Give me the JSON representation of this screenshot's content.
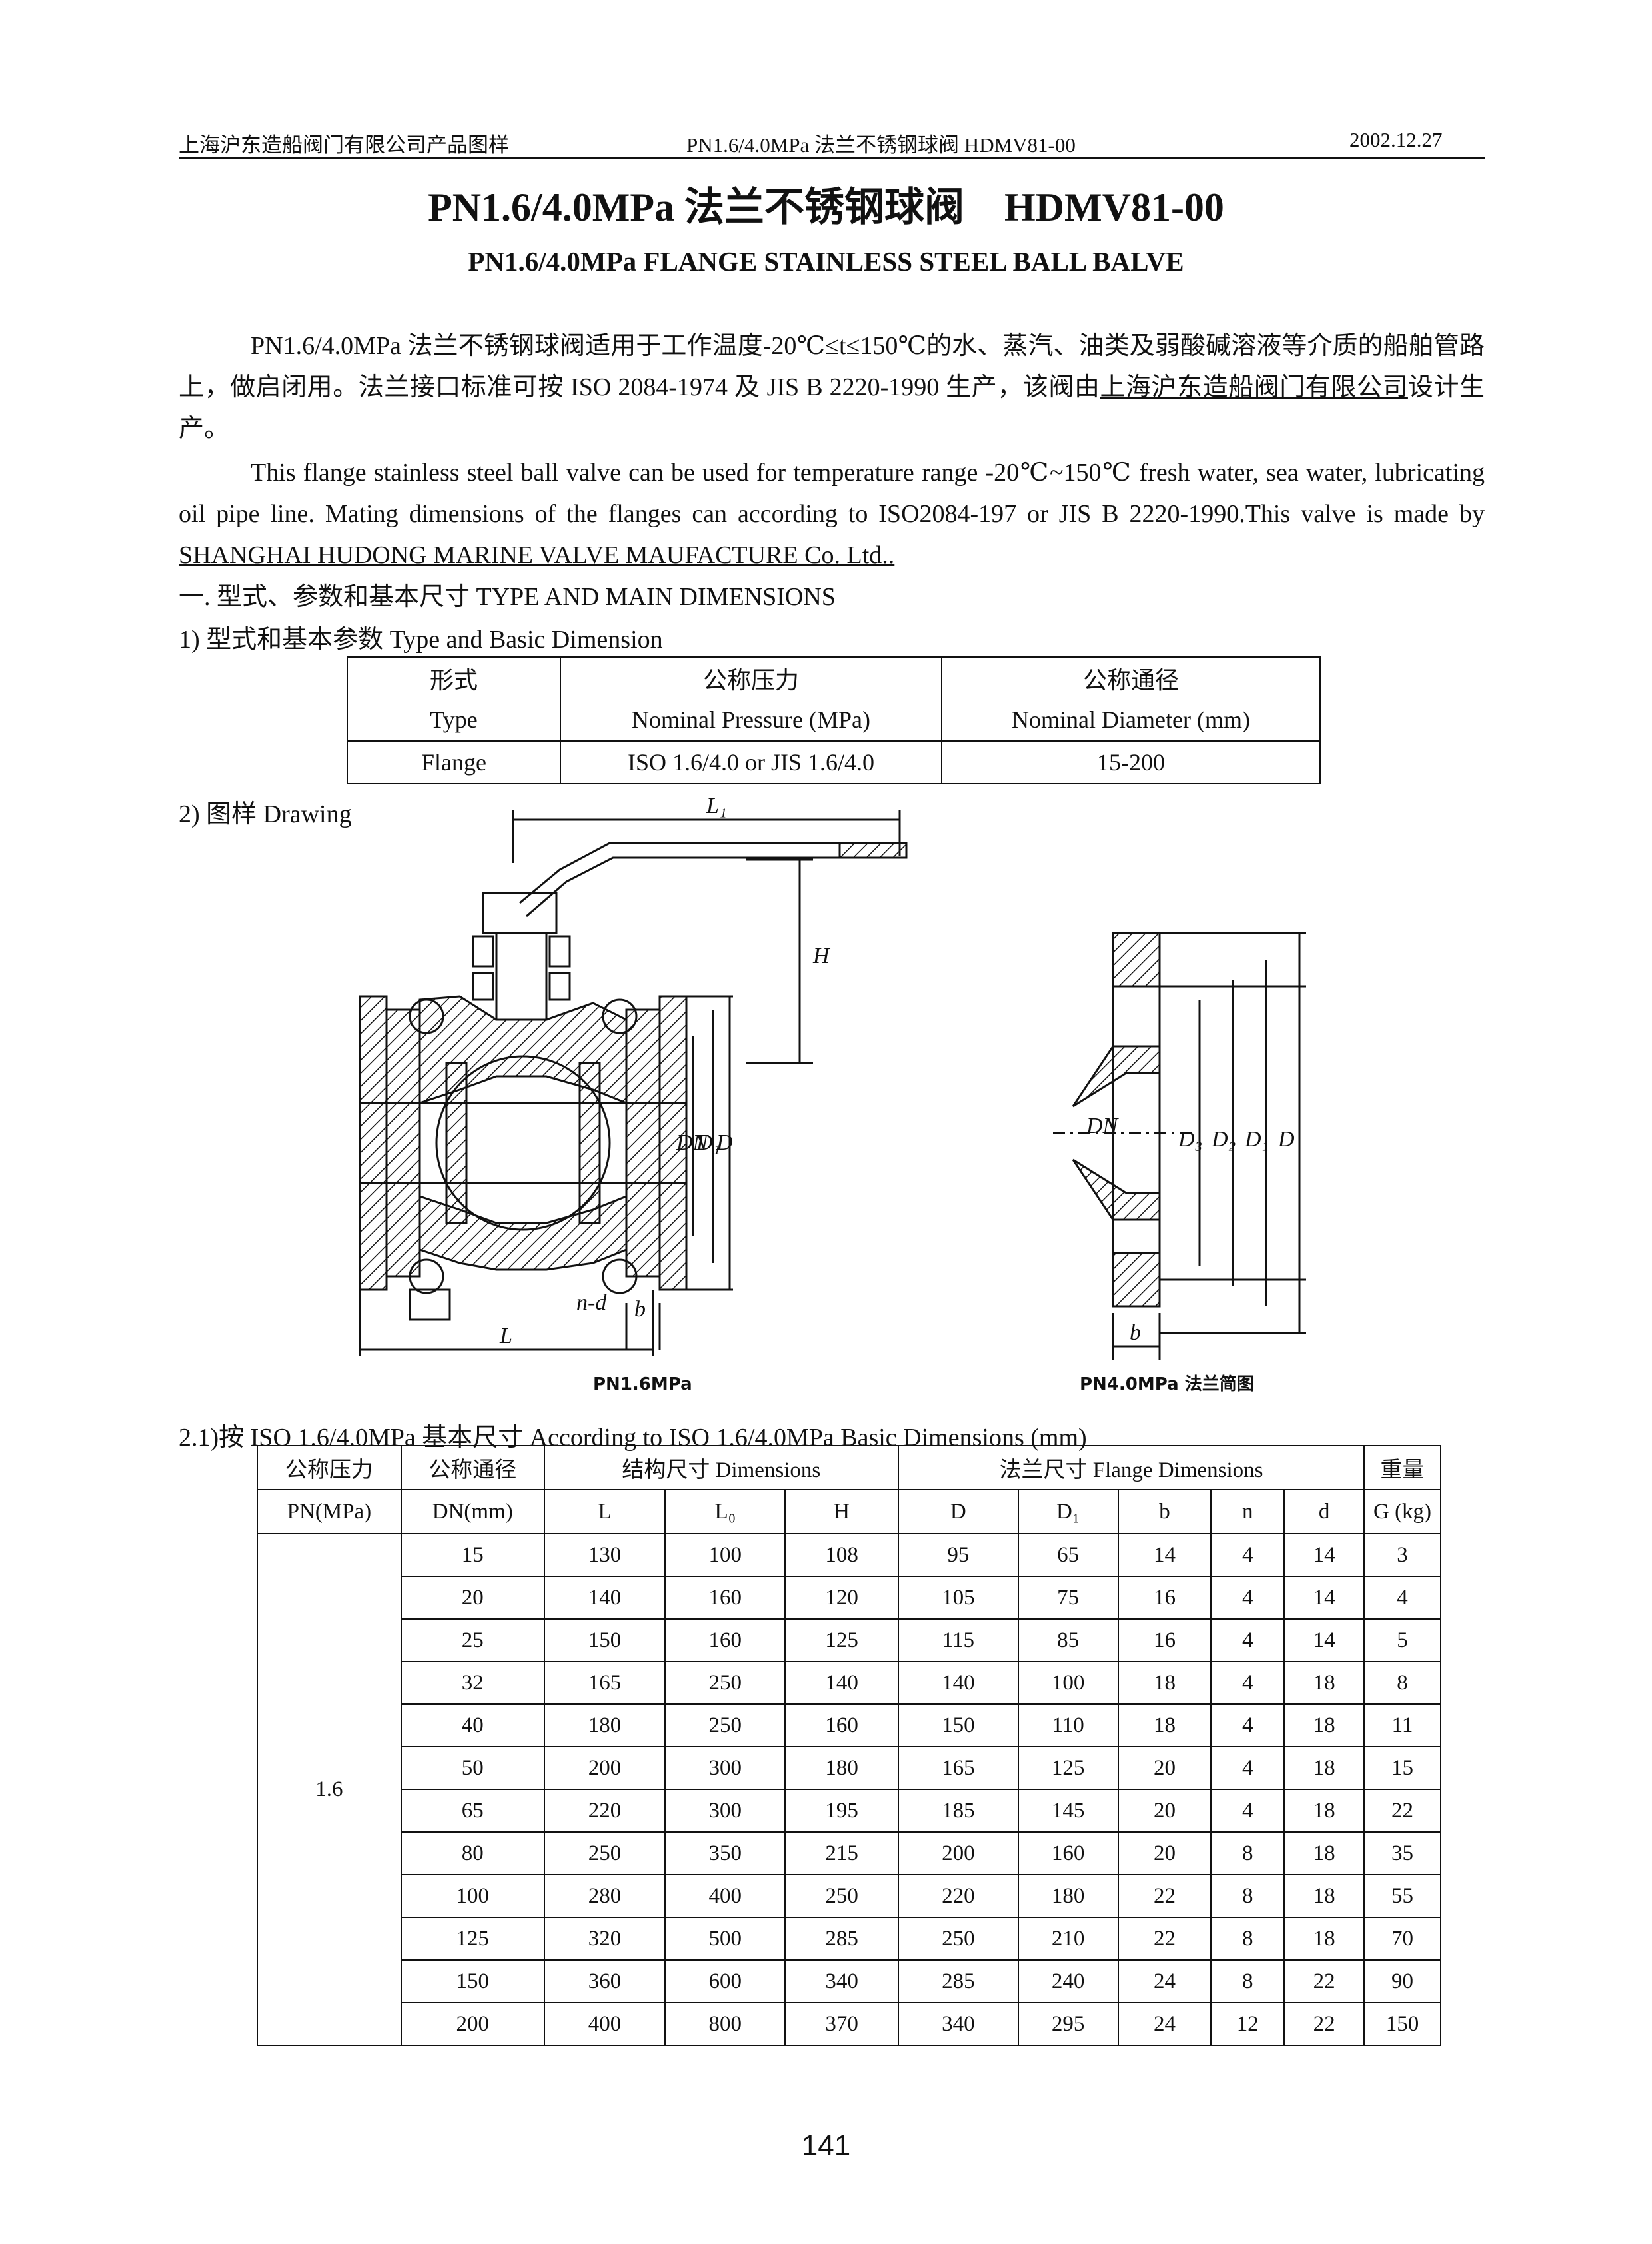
{
  "header": {
    "company": "上海沪东造船阀门有限公司产品图样",
    "model": "PN1.6/4.0MPa 法兰不锈钢球阀 HDMV81-00",
    "date": "2002.12.27"
  },
  "title_cn": "PN1.6/4.0MPa 法兰不锈钢球阀　HDMV81-00",
  "title_en": "PN1.6/4.0MPa FLANGE STAINLESS STEEL BALL BALVE",
  "intro_cn": {
    "part1": "PN1.6/4.0MPa 法兰不锈钢球阀适用于工作温度-20℃≤t≤150℃的水、蒸汽、油类及弱酸碱溶液等介质的船舶管路上，做启闭用。法兰接口标准可按 ISO 2084-1974 及 JIS B 2220-1990 生产，该阀由",
    "company": "上海沪东造船阀门有限公司",
    "part2": "设计生产。"
  },
  "intro_en": {
    "part1": "This flange stainless steel ball valve can be used for temperature range -20℃~150℃ fresh water, sea water, lubricating oil pipe line. Mating dimensions of the flanges can according to ISO2084-197 or JIS B 2220-1990.This valve is made by ",
    "company": "SHANGHAI HUDONG MARINE VALVE MAUFACTURE Co. Ltd.."
  },
  "section1": "一. 型式、参数和基本尺寸 TYPE AND MAIN DIMENSIONS",
  "section1_1": "1)  型式和基本参数  Type and Basic Dimension",
  "type_table": {
    "headers": [
      {
        "cn": "形式",
        "en": "Type"
      },
      {
        "cn": "公称压力",
        "en": "Nominal Pressure (MPa)"
      },
      {
        "cn": "公称通径",
        "en": "Nominal Diameter (mm)"
      }
    ],
    "row": [
      "Flange",
      "ISO 1.6/4.0 or JIS 1.6/4.0",
      "15-200"
    ]
  },
  "section1_2": "2)  图样  Drawing",
  "drawing": {
    "caption_left": "PN1.6MPa",
    "caption_right": "PN4.0MPa 法兰简图",
    "labels_left": [
      "L₁",
      "H",
      "DN",
      "D₁",
      "D",
      "L",
      "b",
      "n-d"
    ],
    "labels_right": [
      "DN",
      "D₃",
      "D₂",
      "D₁",
      "D",
      "b"
    ]
  },
  "section2_1": "2.1)按 ISO 1.6/4.0MPa 基本尺寸    According to ISO 1.6/4.0MPa Basic Dimensions (mm)",
  "dim_table": {
    "group_headers": {
      "pn": "公称压力",
      "dn": "公称通径",
      "struct": "结构尺寸 Dimensions",
      "flange": "法兰尺寸 Flange Dimensions",
      "weight": "重量"
    },
    "sub_headers": [
      "PN(MPa)",
      "DN(mm)",
      "L",
      "L₀",
      "H",
      "D",
      "D₁",
      "b",
      "n",
      "d",
      "G (kg)"
    ],
    "pn_value": "1.6",
    "rows": [
      [
        "15",
        "130",
        "100",
        "108",
        "95",
        "65",
        "14",
        "4",
        "14",
        "3"
      ],
      [
        "20",
        "140",
        "160",
        "120",
        "105",
        "75",
        "16",
        "4",
        "14",
        "4"
      ],
      [
        "25",
        "150",
        "160",
        "125",
        "115",
        "85",
        "16",
        "4",
        "14",
        "5"
      ],
      [
        "32",
        "165",
        "250",
        "140",
        "140",
        "100",
        "18",
        "4",
        "18",
        "8"
      ],
      [
        "40",
        "180",
        "250",
        "160",
        "150",
        "110",
        "18",
        "4",
        "18",
        "11"
      ],
      [
        "50",
        "200",
        "300",
        "180",
        "165",
        "125",
        "20",
        "4",
        "18",
        "15"
      ],
      [
        "65",
        "220",
        "300",
        "195",
        "185",
        "145",
        "20",
        "4",
        "18",
        "22"
      ],
      [
        "80",
        "250",
        "350",
        "215",
        "200",
        "160",
        "20",
        "8",
        "18",
        "35"
      ],
      [
        "100",
        "280",
        "400",
        "250",
        "220",
        "180",
        "22",
        "8",
        "18",
        "55"
      ],
      [
        "125",
        "320",
        "500",
        "285",
        "250",
        "210",
        "22",
        "8",
        "18",
        "70"
      ],
      [
        "150",
        "360",
        "600",
        "340",
        "285",
        "240",
        "24",
        "8",
        "22",
        "90"
      ],
      [
        "200",
        "400",
        "800",
        "370",
        "340",
        "295",
        "24",
        "12",
        "22",
        "150"
      ]
    ]
  },
  "page_number": "141"
}
